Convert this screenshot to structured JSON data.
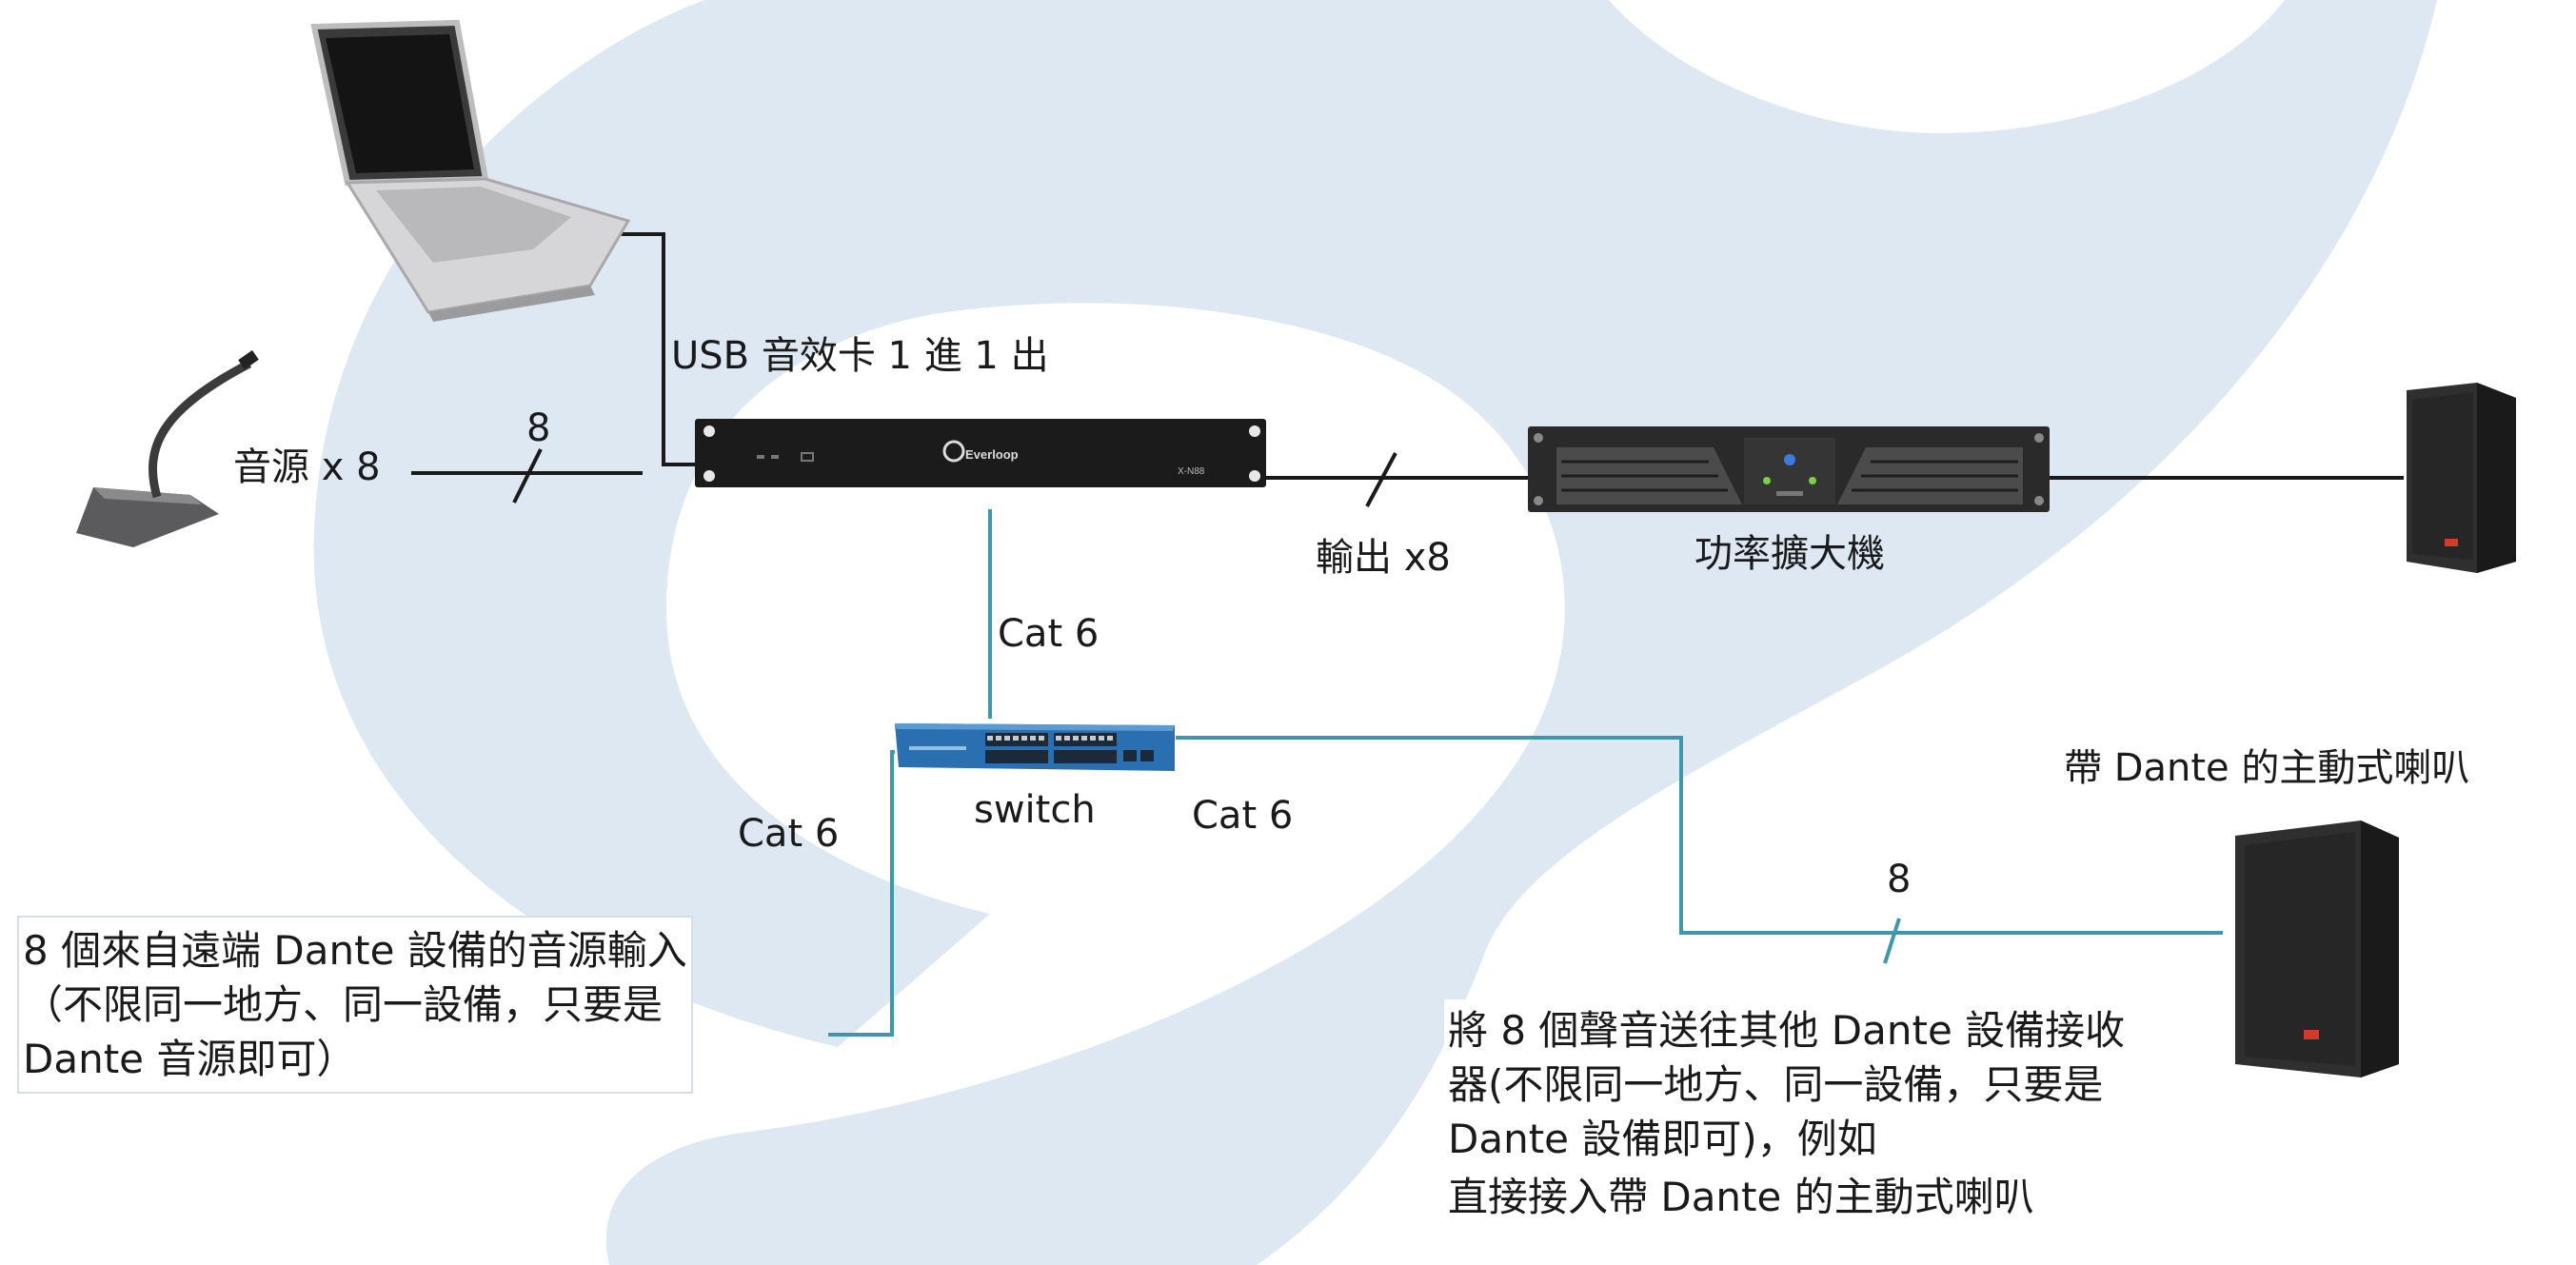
{
  "labels": {
    "usb_card": "USB 音效卡 1 進 1 出",
    "source_x8": "音源 x 8",
    "input_count": "8",
    "output_x8": "輸出 x8",
    "amplifier": "功率擴大機",
    "cat6_top": "Cat 6",
    "cat6_left": "Cat 6",
    "cat6_right": "Cat 6",
    "switch": "switch",
    "dante_speaker": "帶 Dante 的主動式喇叭",
    "network_count": "8"
  },
  "device_text": {
    "brand": "Everloop",
    "model": "X-N88"
  },
  "notes": {
    "remote_input": [
      "8 個來自遠端 Dante 設備的音源輸入",
      "（不限同一地方、同一設備，只要是",
      "Dante 音源即可）"
    ],
    "send_output": [
      "將 8 個聲音送往其他 Dante 設備接收",
      "器(不限同一地方、同一設備，只要是",
      "Dante 設備即可)，例如",
      "直接接入帶 Dante 的主動式喇叭"
    ]
  },
  "icons": [
    "laptop-icon",
    "microphone-icon",
    "audio-interface-device",
    "power-amplifier-device",
    "speaker-icon",
    "network-switch-device",
    "active-speaker-icon"
  ],
  "colors": {
    "watermark": "#dde8f2",
    "analog_line": "#1a1a1a",
    "network_line": "#3e97ab",
    "device_dark": "#1b1b1b",
    "switch_blue": "#2a6fb0"
  }
}
